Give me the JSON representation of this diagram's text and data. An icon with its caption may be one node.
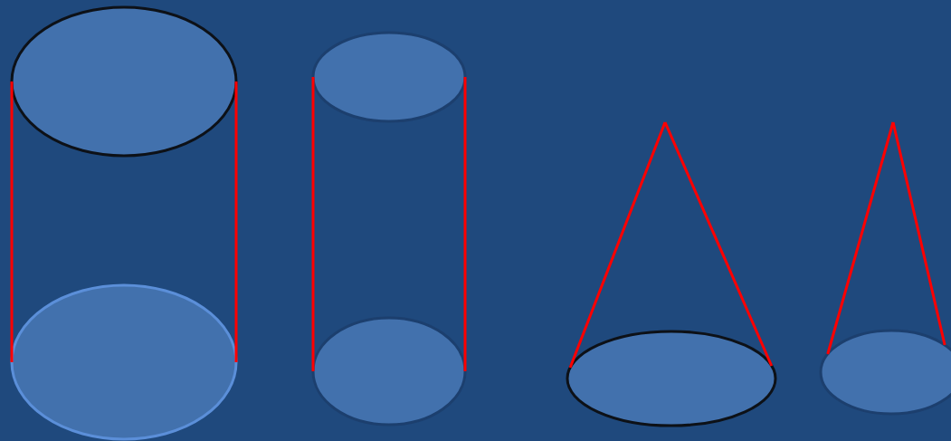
{
  "diagram": {
    "nodes": [
      {
        "text": [],
        "shape": "ellipse"
      },
      {
        "text": [],
        "shape": "ellipse"
      },
      {
        "text": [],
        "shape": "ellipse"
      },
      {
        "text": [],
        "shape": "ellipse"
      },
      {
        "text": [],
        "shape": "ellipse"
      },
      {
        "text": [],
        "shape": "ellipse"
      }
    ],
    "edges": [
      {
        "from": 0,
        "to": 1,
        "arrow": "none"
      },
      {
        "from": 0,
        "to": 1,
        "arrow": "none"
      },
      {
        "from": 2,
        "to": 3,
        "arrow": "none"
      },
      {
        "from": 2,
        "to": 3,
        "arrow": "none"
      },
      {
        "from": null,
        "to": 4,
        "arrow": "none"
      },
      {
        "from": null,
        "to": 4,
        "arrow": "none"
      },
      {
        "from": null,
        "to": 5,
        "arrow": "none"
      },
      {
        "from": null,
        "to": 5,
        "arrow": "none"
      }
    ]
  }
}
